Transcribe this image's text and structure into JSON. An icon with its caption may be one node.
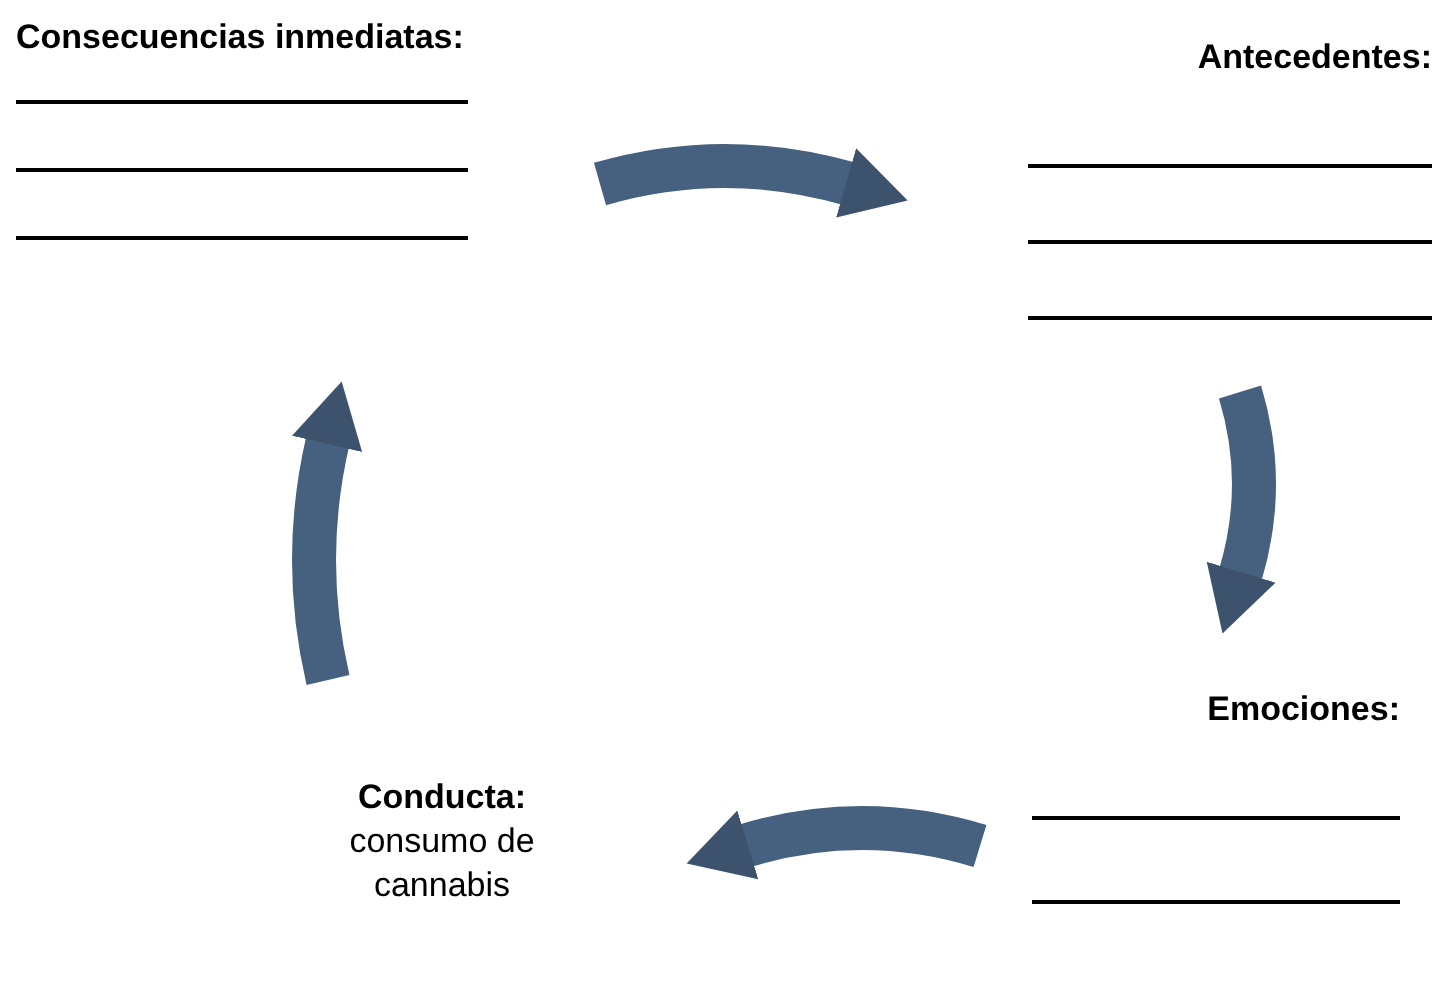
{
  "diagram": {
    "nodes": [
      {
        "text": [
          "Consecuencias inmediatas:"
        ]
      },
      {
        "text": [
          "Antecedentes:"
        ]
      },
      {
        "text": [
          "Emociones:"
        ]
      },
      {
        "text": [
          "Conducta:",
          "consumo de cannabis"
        ]
      }
    ],
    "edges": [
      {
        "from": 0,
        "to": 1,
        "arrow": "to"
      },
      {
        "from": 1,
        "to": 2,
        "arrow": "to"
      },
      {
        "from": 2,
        "to": 3,
        "arrow": "to"
      },
      {
        "from": 3,
        "to": 0,
        "arrow": "to"
      }
    ]
  }
}
